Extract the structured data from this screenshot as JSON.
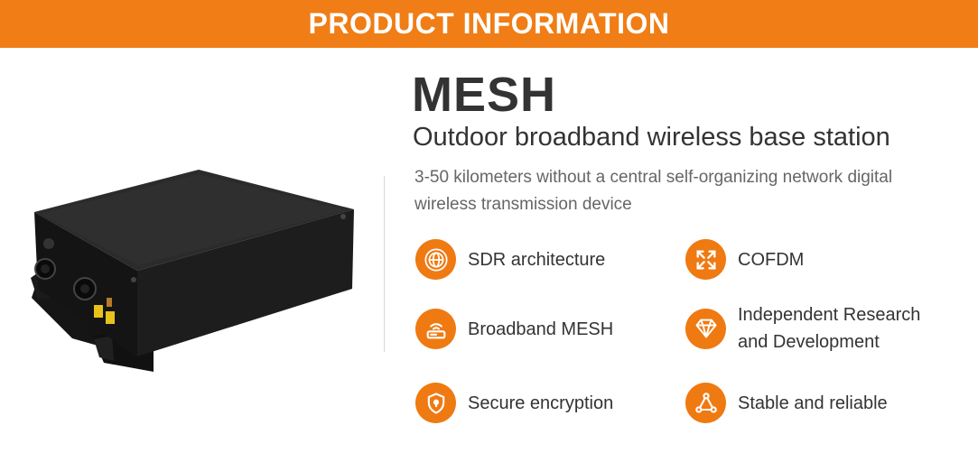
{
  "header": {
    "title": "PRODUCT INFORMATION"
  },
  "product": {
    "name": "MESH",
    "subtitle": "Outdoor broadband wireless base station",
    "description": "3-50 kilometers without a central self-organizing network digital wireless transmission device"
  },
  "features": [
    {
      "label": "SDR architecture",
      "icon": "globe-icon"
    },
    {
      "label": "COFDM",
      "icon": "arrows-cross-icon"
    },
    {
      "label": "Broadband MESH",
      "icon": "router-wifi-icon"
    },
    {
      "label": "Independent Research and Development",
      "icon": "diamond-icon"
    },
    {
      "label": "Secure encryption",
      "icon": "shield-lock-icon"
    },
    {
      "label": "Stable and reliable",
      "icon": "triangle-nodes-icon"
    }
  ],
  "colors": {
    "accent": "#f07d15",
    "text": "#333333",
    "muted": "#666666"
  }
}
